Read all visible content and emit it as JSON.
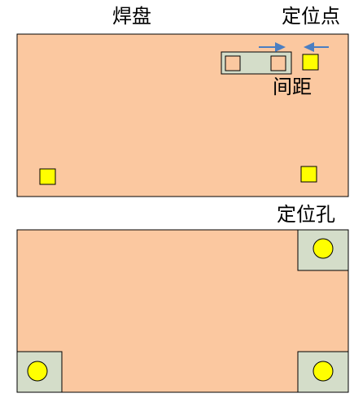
{
  "labels": {
    "pad": "焊盘",
    "fiducial": "定位点",
    "spacing": "间距",
    "locating_hole": "定位孔"
  },
  "colors": {
    "board": "#FBC8A0",
    "outline": "#000000",
    "fiducial_fill": "#FFFF00",
    "hole_pad_fill": "#D4DDC9",
    "hole_fill": "#FFFF00",
    "arrow": "#4A7EC2"
  }
}
